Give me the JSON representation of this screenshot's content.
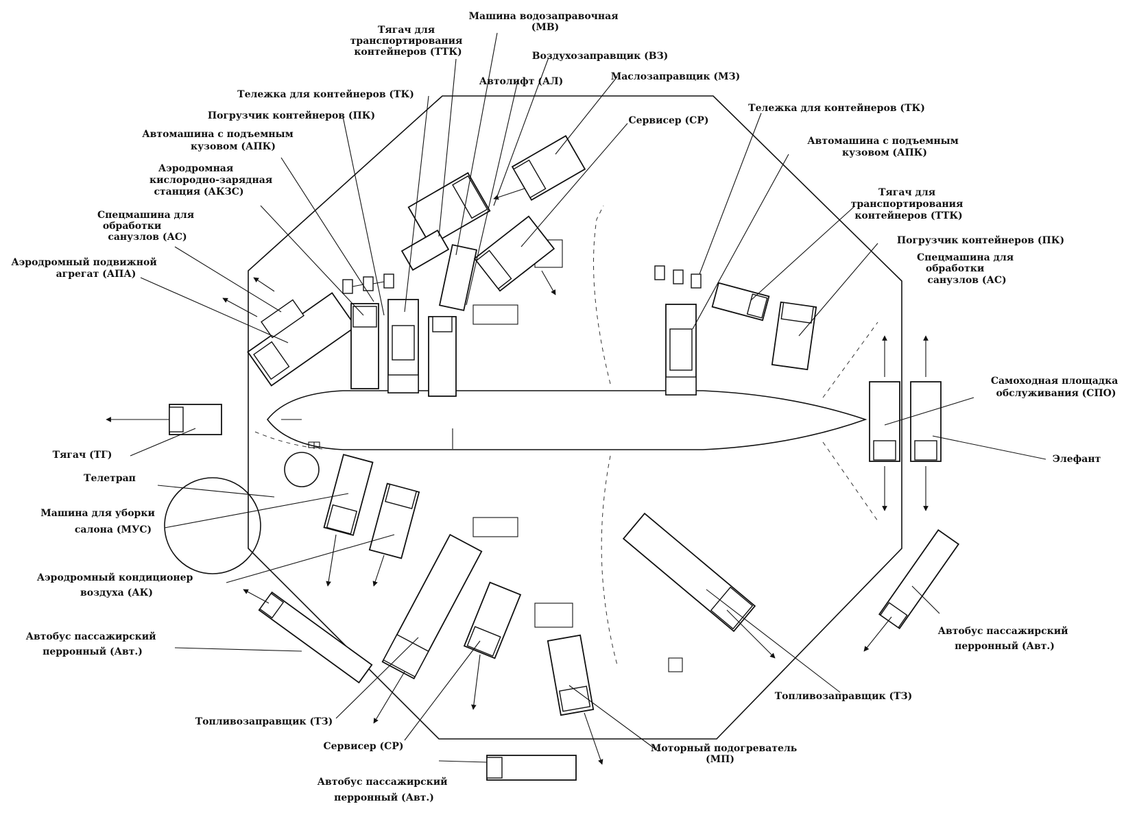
{
  "labels": {
    "mv": [
      "Машина водозаправочная",
      "(МВ)"
    ],
    "ttk_l": [
      "Тягач для",
      "транспортирования",
      "контейнеров (ТТК)"
    ],
    "vz": [
      "Воздухозаправщик (ВЗ)"
    ],
    "al": [
      "Автолифт (АЛ)"
    ],
    "mz": [
      "Маслозаправщик (МЗ)"
    ],
    "tk_l": [
      "Тележка для контейнеров (ТК)"
    ],
    "pk_l": [
      "Погрузчик контейнеров (ПК)"
    ],
    "apk_l": [
      "Автомашина с подъемным",
      "кузовом (АПК)"
    ],
    "akzs": [
      "Аэродромная",
      "кислородно-зарядная",
      "станция (АКЗС)"
    ],
    "as_l": [
      "Спецмашина для",
      "обработки",
      "санузлов (АС)"
    ],
    "apa": [
      "Аэродромный подвижной",
      "агрегат (АПА)"
    ],
    "sr_top": [
      "Сервисер (СР)"
    ],
    "tk_r": [
      "Тележка для контейнеров (ТК)"
    ],
    "apk_r": [
      "Автомашина с подъемным",
      "кузовом (АПК)"
    ],
    "ttk_r": [
      "Тягач для",
      "транспортирования",
      "контейнеров (ТТК)"
    ],
    "pk_r": [
      "Погрузчик контейнеров (ПК)"
    ],
    "as_r": [
      "Спецмашина для",
      "обработки",
      "санузлов (АС)"
    ],
    "spo": [
      "Самоходная площадка",
      "обслуживания (СПО)"
    ],
    "elefant": [
      "Элефант"
    ],
    "tyagach": [
      "Тягач (ТГ)"
    ],
    "teletrap": [
      "Телетрап"
    ],
    "mus": [
      "Машина для уборки",
      "салона (МУС)"
    ],
    "ak": [
      "Аэродромный кондиционер",
      "воздуха (АК)"
    ],
    "avt_l": [
      "Автобус пассажирский",
      "перронный (Авт.)"
    ],
    "avt_r": [
      "Автобус пассажирский",
      "перронный (Авт.)"
    ],
    "tz_r": [
      "Топливозаправщик (ТЗ)"
    ],
    "tz_b": [
      "Топливозаправщик (ТЗ)"
    ],
    "sr_bot": [
      "Сервисер (СР)"
    ],
    "mp": [
      "Моторный подогреватель",
      "(МП)"
    ],
    "avt_b": [
      "Автобус пассажирский",
      "перронный (Авт.)"
    ]
  }
}
